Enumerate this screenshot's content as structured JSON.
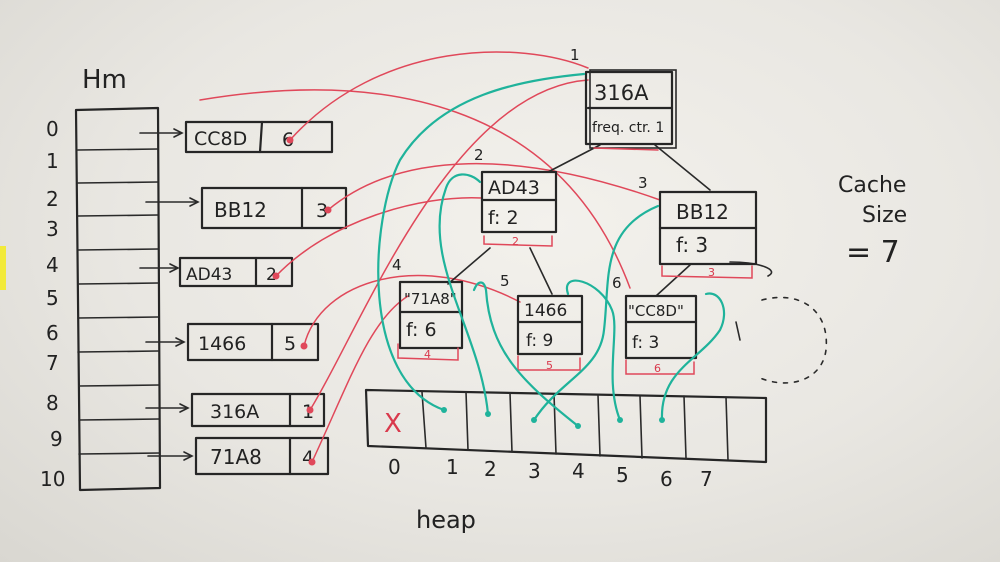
{
  "hashmap": {
    "title": "Hm",
    "indices": [
      "0",
      "1",
      "2",
      "3",
      "4",
      "5",
      "6",
      "7",
      "8",
      "9",
      "10"
    ],
    "entries": [
      {
        "key": "CC8D",
        "value": "6"
      },
      {
        "key": "BB12",
        "value": "3"
      },
      {
        "key": "AD43",
        "value": "2"
      },
      {
        "key": "1466",
        "value": "5"
      },
      {
        "key": "316A",
        "value": "1"
      },
      {
        "key": "71A8",
        "value": "4"
      }
    ]
  },
  "heap": {
    "label": "heap",
    "indices": [
      "0",
      "1",
      "2",
      "3",
      "4",
      "5",
      "6",
      "7"
    ],
    "slot0_mark": "X",
    "nodes": [
      {
        "index": "1",
        "key": "316A",
        "field": "freq. ctr. 1",
        "red_index": ""
      },
      {
        "index": "2",
        "key": "AD43",
        "field": "f: 2",
        "red_index": "2"
      },
      {
        "index": "3",
        "key": "BB12",
        "field": "f: 3",
        "red_index": "3"
      },
      {
        "index": "4",
        "key": "\"71A8\"",
        "field": "f: 6",
        "red_index": "4"
      },
      {
        "index": "5",
        "key": "1466",
        "field": "f: 9",
        "red_index": "5"
      },
      {
        "index": "6",
        "key": "\"CC8D\"",
        "field": "f: 3",
        "red_index": "6"
      }
    ]
  },
  "cache": {
    "line1": "Cache",
    "line2": "Size",
    "value": "= 7"
  },
  "colors": {
    "ink": "#262626",
    "red_marker": "#e0485a",
    "teal_marker": "#1fb39b",
    "board": "#eceae5"
  }
}
